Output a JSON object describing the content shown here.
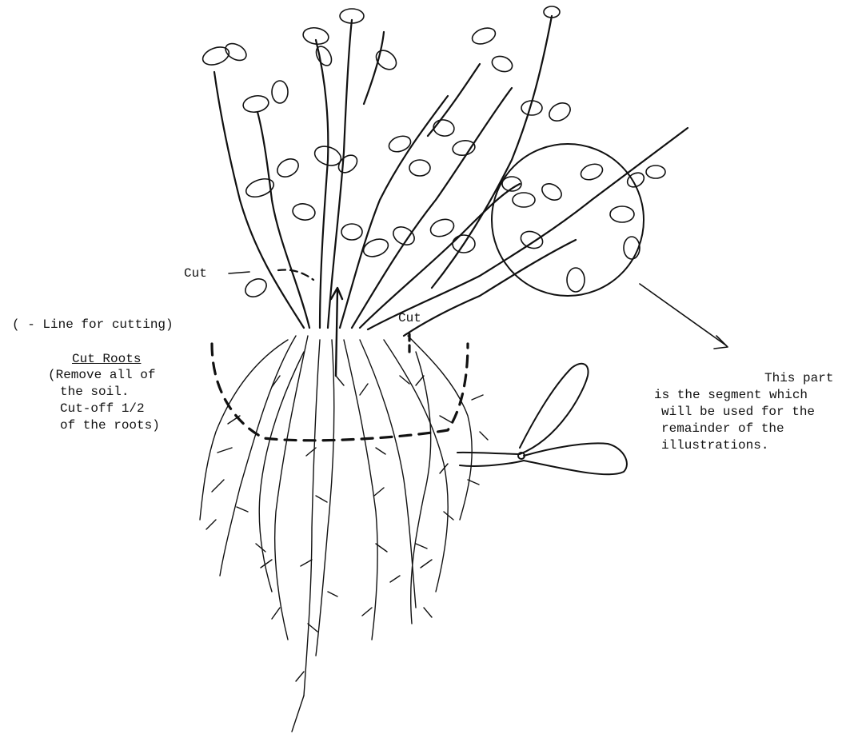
{
  "labels": {
    "cut_stem": "Cut",
    "cut_right": "Cut",
    "legend": "( - Line for cutting)",
    "cut_roots_title": "Cut Roots",
    "cut_roots_lines": [
      "(Remove all of",
      "the soil.",
      "Cut-off 1/2",
      "of the roots)"
    ],
    "segment_note_lines": [
      "This part",
      "is the segment which",
      "will be used for the",
      "remainder of the",
      "illustrations."
    ]
  },
  "colors": {
    "ink": "#111111",
    "paper": "#ffffff"
  },
  "icons": [
    "scissors-icon",
    "arrow-icon"
  ]
}
